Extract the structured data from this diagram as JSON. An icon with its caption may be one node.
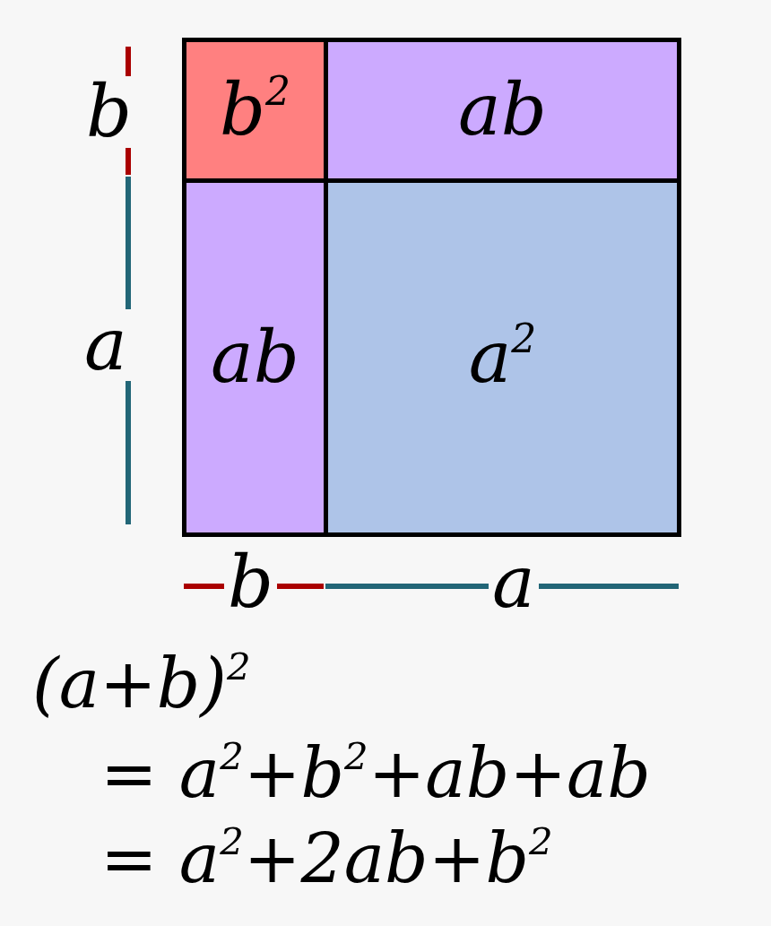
{
  "diagram": {
    "nodes": [
      {
        "text": [
          "b$^{2}$"
        ]
      },
      {
        "text": [
          "ab"
        ]
      },
      {
        "text": [
          "ab"
        ]
      },
      {
        "text": [
          "a$^{2}$"
        ]
      }
    ],
    "edges": [],
    "labels": [
      "b",
      "a",
      "b",
      "a",
      "(a+b)$^{2}$",
      "= a$^{2}$+b$^{2}$+ab+ab",
      "= a$^{2}$+2ab+b$^{2}$"
    ]
  }
}
